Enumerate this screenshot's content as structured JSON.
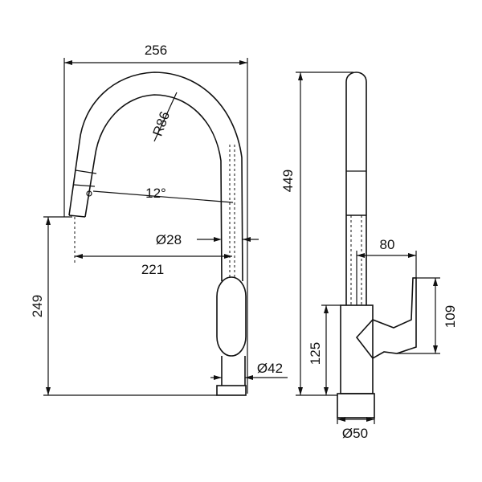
{
  "drawing": {
    "front_view": {
      "overall_width": "256",
      "bend_radius": "R86",
      "spray_angle": "12°",
      "spout_diameter": "Ø28",
      "reach": "221",
      "outlet_height": "249",
      "body_diameter": "Ø42"
    },
    "side_view": {
      "overall_height": "449",
      "handle_projection": "80",
      "handle_height": "109",
      "base_height": "125",
      "base_diameter": "Ø50"
    }
  }
}
